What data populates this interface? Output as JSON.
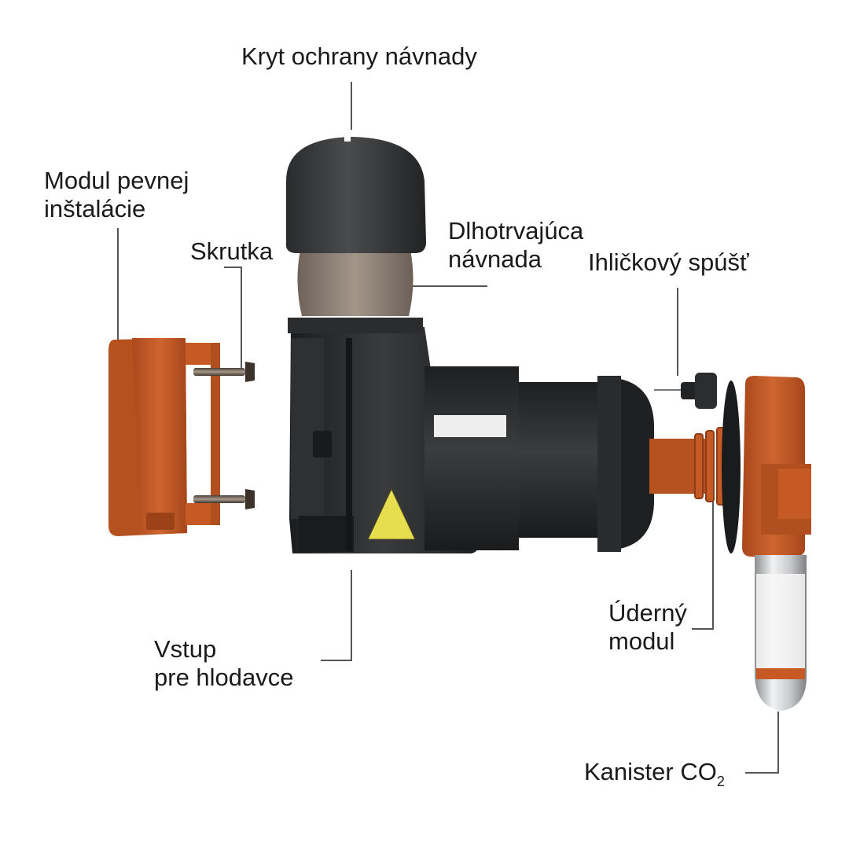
{
  "labels": {
    "bait_cover": "Kryt ochrany návnady",
    "mounting_module": [
      "Modul pevnej",
      "inštalácie"
    ],
    "screw": "Skrutka",
    "long_lasting_bait": [
      "Dlhotrvajúca",
      "návnada"
    ],
    "needle_trigger": "Ihličkový spúšť",
    "rodent_entry": [
      "Vstup",
      "pre hlodavce"
    ],
    "striker_module": [
      "Úderný",
      "modul"
    ],
    "co2_canister": {
      "text": "Kanister CO",
      "subscript": "2"
    }
  },
  "colors": {
    "orange": "#c65a25",
    "orange_dark": "#9c4219",
    "black_body": "#242526",
    "black_light": "#3a3b3d",
    "bait": "#8b7d74",
    "warning_yellow": "#e6de4f",
    "leader_line": "#555555"
  }
}
